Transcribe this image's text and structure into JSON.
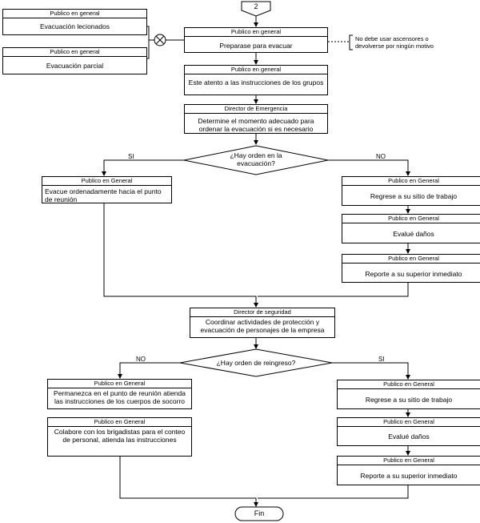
{
  "connector_in": "2",
  "annotation": "No debe usar ascensores o devolverse por ningún motivo",
  "steps": {
    "evac_lec": {
      "actor": "Publico en general",
      "text": "Evacuación lecionados"
    },
    "evac_par": {
      "actor": "Publico en general",
      "text": "Evacuación parcial"
    },
    "prepare": {
      "actor": "Publico en general",
      "text": "Preparase para evacuar"
    },
    "attend": {
      "actor": "Publico en general",
      "text": "Este atento a las instrucciones de los grupos"
    },
    "director": {
      "actor": "Director de Emergencia",
      "text": "Determine el momento adecuado para ordenar la evacuación si es necesario"
    },
    "evacuate": {
      "actor": "Publico en General",
      "text": "Evacue ordenadamente hacia el punto de reunión"
    },
    "return1": {
      "actor": "Publico en General",
      "text": "Regrese a su sitio de trabajo"
    },
    "eval1": {
      "actor": "Publico en General",
      "text": "Evalué daños"
    },
    "report1": {
      "actor": "Publico en General",
      "text": "Reporte a su superior inmediato"
    },
    "coord": {
      "actor": "Director de seguridad",
      "text": "Coordinar actividades de protección y evacuación de personajes de la empresa"
    },
    "remain": {
      "actor": "Publico en General",
      "text": "Permanezca en el punto de reunión atienda las instrucciones de los cuerpos de socorro"
    },
    "collab": {
      "actor": "Publico en General",
      "text": "Colabore con los brigadistas para el conteo de personal, atienda las instrucciones"
    },
    "return2": {
      "actor": "Publico en General",
      "text": "Regrese a su sitio de trabajo"
    },
    "eval2": {
      "actor": "Publico en General",
      "text": "Evalué daños"
    },
    "report2": {
      "actor": "Publico en General",
      "text": "Reporte a su superior inmediato"
    }
  },
  "decisions": {
    "d1": {
      "text": "¿Hay orden en la evacuación?",
      "yes": "SI",
      "no": "NO"
    },
    "d2": {
      "text": "¿Hay orden de reingreso?",
      "yes": "SI",
      "no": "NO"
    }
  },
  "end_label": "Fin"
}
